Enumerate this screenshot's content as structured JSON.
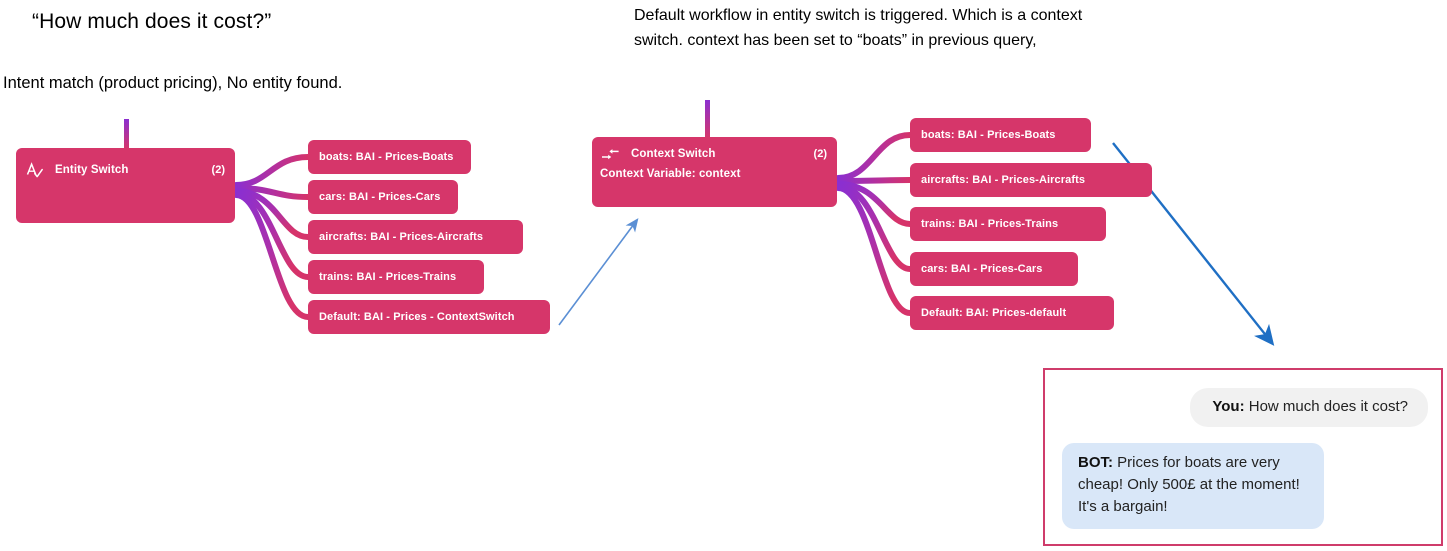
{
  "annotations": {
    "title_quote": "“How much does it cost?”",
    "intent_note": "Intent match (product pricing), No entity found.",
    "default_workflow_note": "Default workflow in entity switch is triggered. Which is a context\nswitch. context has been set to “boats” in previous query,"
  },
  "entity_switch": {
    "icon": "entity-annotation-icon",
    "title": "Entity Switch",
    "count": "(2)",
    "branches": [
      {
        "label": "boats: BAI - Prices-Boats"
      },
      {
        "label": "cars: BAI - Prices-Cars"
      },
      {
        "label": "aircrafts: BAI - Prices-Aircrafts"
      },
      {
        "label": "trains: BAI - Prices-Trains"
      },
      {
        "label": "Default: BAI - Prices - ContextSwitch"
      }
    ]
  },
  "context_switch": {
    "icon": "bidirectional-arrow-icon",
    "title": "Context Switch",
    "count": "(2)",
    "subtitle": "Context Variable: context",
    "branches": [
      {
        "label": "boats: BAI - Prices-Boats"
      },
      {
        "label": "aircrafts: BAI - Prices-Aircrafts"
      },
      {
        "label": "trains: BAI - Prices-Trains"
      },
      {
        "label": "cars: BAI - Prices-Cars"
      },
      {
        "label": "Default: BAI: Prices-default"
      }
    ]
  },
  "chat": {
    "messages": [
      {
        "speaker": "You:",
        "text": " How much does it cost?"
      },
      {
        "speaker": "BOT:",
        "text": " Prices for boats are very cheap! Only 500£ at the moment! It's a bargain!"
      }
    ]
  },
  "colors": {
    "node": "#d6366a",
    "wire_start": "#8b2fd0",
    "wire_end": "#d6366a",
    "arrow_light": "#5b8fd4",
    "arrow_dark": "#1f6fc4",
    "chat_border": "#cf3c6b",
    "user_bubble": "#f1f1f1",
    "bot_bubble": "#d9e7f8"
  }
}
